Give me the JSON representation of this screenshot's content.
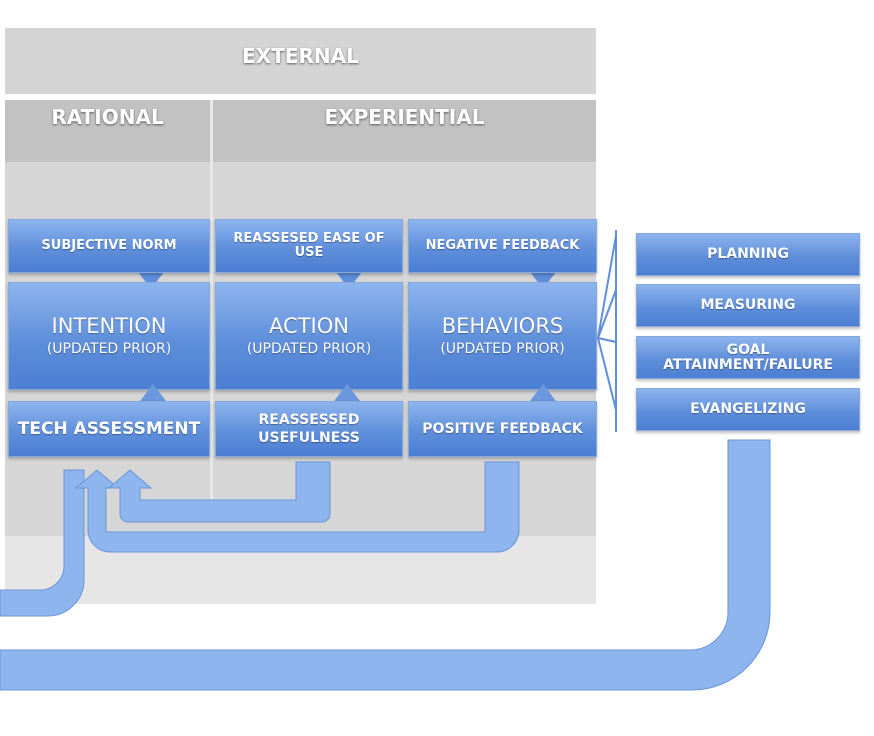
{
  "headers": {
    "external": "EXTERNAL",
    "rational": "RATIONAL",
    "experiential": "EXPERIENTIAL"
  },
  "top_row": {
    "subjective_norm": "SUBJECTIVE NORM",
    "reassessed_ease": "REASSESED EASE OF USE",
    "negative_feedback": "NEGATIVE FEEDBACK"
  },
  "middle_row": {
    "intention": {
      "title": "INTENTION",
      "sub": "(UPDATED PRIOR)"
    },
    "action": {
      "title": "ACTION",
      "sub": "(UPDATED PRIOR)"
    },
    "behaviors": {
      "title": "BEHAVIORS",
      "sub": "(UPDATED PRIOR)"
    }
  },
  "bottom_row": {
    "tech_assessment": "TECH ASSESSMENT",
    "reassessed_usefulness": "REASSESSED USEFULNESS",
    "positive_feedback": "POSITIVE FEEDBACK"
  },
  "right_column": {
    "planning": "PLANNING",
    "measuring": "MEASURING",
    "goal": "GOAL ATTAINMENT/FAILURE",
    "evangelizing": "EVANGELIZING"
  },
  "colors": {
    "box_fill": "#5f8fdb",
    "arrow_fill": "#8fb5ef",
    "arrow_stroke": "#6b95d6"
  }
}
